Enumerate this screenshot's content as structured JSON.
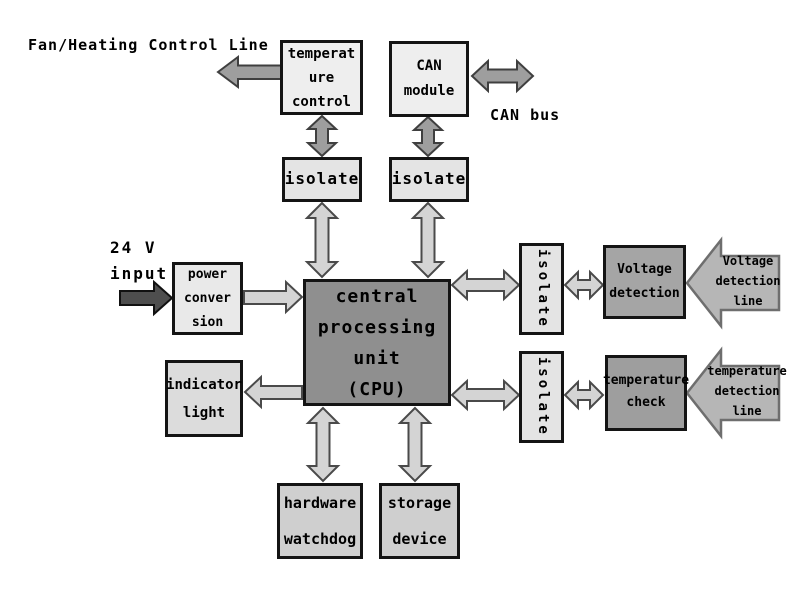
{
  "nodes": {
    "temperature_control": {
      "lines": [
        "temperat",
        "ure",
        "control"
      ]
    },
    "can_module": {
      "lines": [
        "CAN",
        "module"
      ]
    },
    "isolate_top_left": {
      "text": "isolate"
    },
    "isolate_top_right": {
      "text": "isolate"
    },
    "power_conversion": {
      "lines": [
        "power",
        "conver",
        "sion"
      ]
    },
    "cpu": {
      "lines": [
        "central",
        "processing",
        "unit",
        "(CPU)"
      ]
    },
    "indicator_light": {
      "lines": [
        "indicator",
        "light"
      ]
    },
    "isolate_right_upper": {
      "text": "isolate"
    },
    "isolate_right_lower": {
      "text": "isolate"
    },
    "voltage_detection": {
      "lines": [
        "Voltage",
        "detection"
      ]
    },
    "temperature_check": {
      "lines": [
        "temperature",
        "check"
      ]
    },
    "hardware_watchdog": {
      "lines": [
        "hardware",
        "watchdog"
      ]
    },
    "storage_device": {
      "lines": [
        "storage",
        "device"
      ]
    }
  },
  "annotations": {
    "fan_heating_line": "Fan/Heating Control Line",
    "can_bus": "CAN bus",
    "input_24v": {
      "lines": [
        "24 V",
        "input"
      ]
    },
    "voltage_detection_line": {
      "lines": [
        "Voltage",
        "detection",
        "line"
      ]
    },
    "temperature_detection_line": {
      "lines": [
        "temperature",
        "detection",
        "line"
      ]
    }
  },
  "colors": {
    "background": "#ffffff",
    "box_border": "#141414",
    "cpu_fill": "#8f8f8f",
    "detection_fill": "#a5a5a5",
    "light_box_fill": "#eeeeee",
    "isolate_fill": "#e4e4e4",
    "arrow_light": "#d4d4d4",
    "arrow_medium": "#9e9e9e",
    "arrow_dark": "#4e4e4e",
    "big_arrow_fill": "#b6b6b6"
  }
}
